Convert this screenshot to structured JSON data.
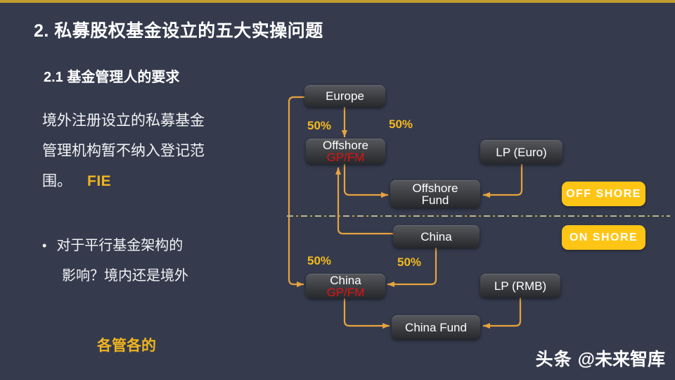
{
  "colors": {
    "background": "#353B4D",
    "top_line": "#BF9C2F",
    "arrow": "#E8A33D",
    "percent": "#F5B91E",
    "badge_bg": "#FFC515",
    "badge_text": "#FFFFFF",
    "gpfm_red": "#E01212",
    "accent_gold": "#F0B41E",
    "text": "#FFFFFF"
  },
  "slide": {
    "title": "2. 私募股权基金设立的五大实操问题",
    "subtitle": "2.1 基金管理人的要求",
    "body": {
      "line1": "境外注册设立的私募基金",
      "line2": "管理机构暂不纳入登记范",
      "line3": "围。",
      "highlight": "FIE"
    },
    "bullet": {
      "marker": "•",
      "line1": "对于平行基金架构的",
      "line2": "影响？境内还是境外"
    },
    "catchphrase": "各管各的",
    "brand": {
      "logo": "头条",
      "handle": "@未来智库"
    }
  },
  "diagram": {
    "nodes": {
      "europe": {
        "label": "Europe"
      },
      "offshore_gpfm": {
        "line1": "Offshore",
        "line2": "GP/FM"
      },
      "lp_euro": {
        "label": "LP (Euro)"
      },
      "offshore_fund": {
        "line1": "Offshore",
        "line2": "Fund"
      },
      "china": {
        "label": "China"
      },
      "china_gpfm": {
        "line1": "China",
        "line2": "GP/FM"
      },
      "lp_rmb": {
        "label": "LP (RMB)"
      },
      "china_fund": {
        "label": "China Fund"
      }
    },
    "percents": {
      "europe_offshore": "50%",
      "offshore_right": "50%",
      "china_left": "50%",
      "china_right": "50%"
    },
    "badges": {
      "offshore": "OFF SHORE",
      "onshore": "ON SHORE"
    }
  }
}
